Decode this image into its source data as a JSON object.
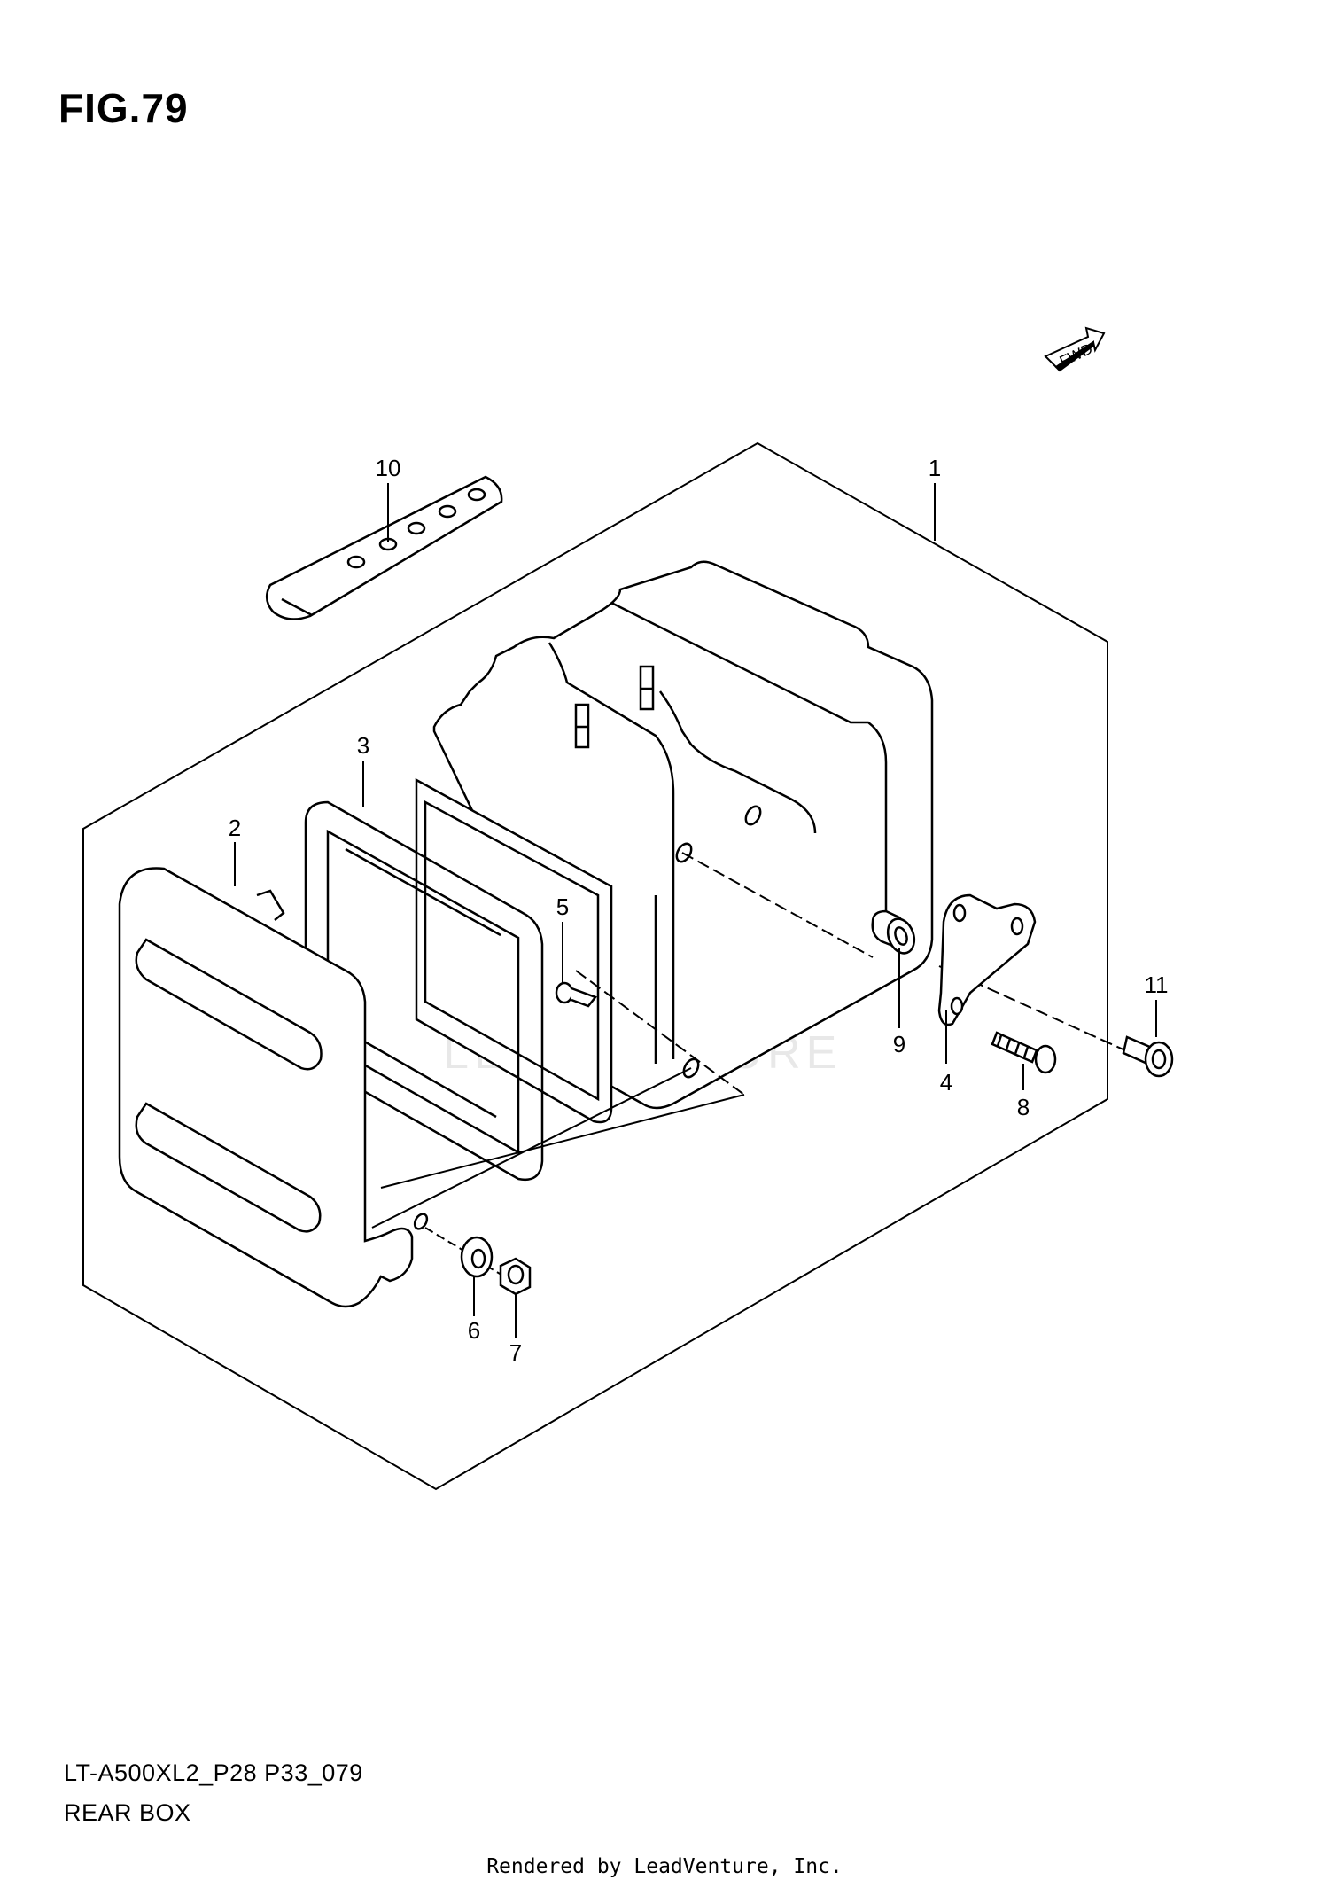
{
  "figure": {
    "title": "FIG.79"
  },
  "model": {
    "code": "LT-A500XL2_P28 P33_079"
  },
  "section": {
    "name": "REAR BOX"
  },
  "footer": {
    "rendered_by": "Rendered by LeadVenture, Inc."
  },
  "watermark": {
    "text": "LEADVENTURE"
  },
  "fwd_label": "FWD",
  "callouts": [
    {
      "id": "c1",
      "label": "1"
    },
    {
      "id": "c2",
      "label": "2"
    },
    {
      "id": "c3",
      "label": "3"
    },
    {
      "id": "c4",
      "label": "4"
    },
    {
      "id": "c5",
      "label": "5"
    },
    {
      "id": "c6",
      "label": "6"
    },
    {
      "id": "c7",
      "label": "7"
    },
    {
      "id": "c8",
      "label": "8"
    },
    {
      "id": "c9",
      "label": "9"
    },
    {
      "id": "c10",
      "label": "10"
    },
    {
      "id": "c11",
      "label": "11"
    }
  ]
}
